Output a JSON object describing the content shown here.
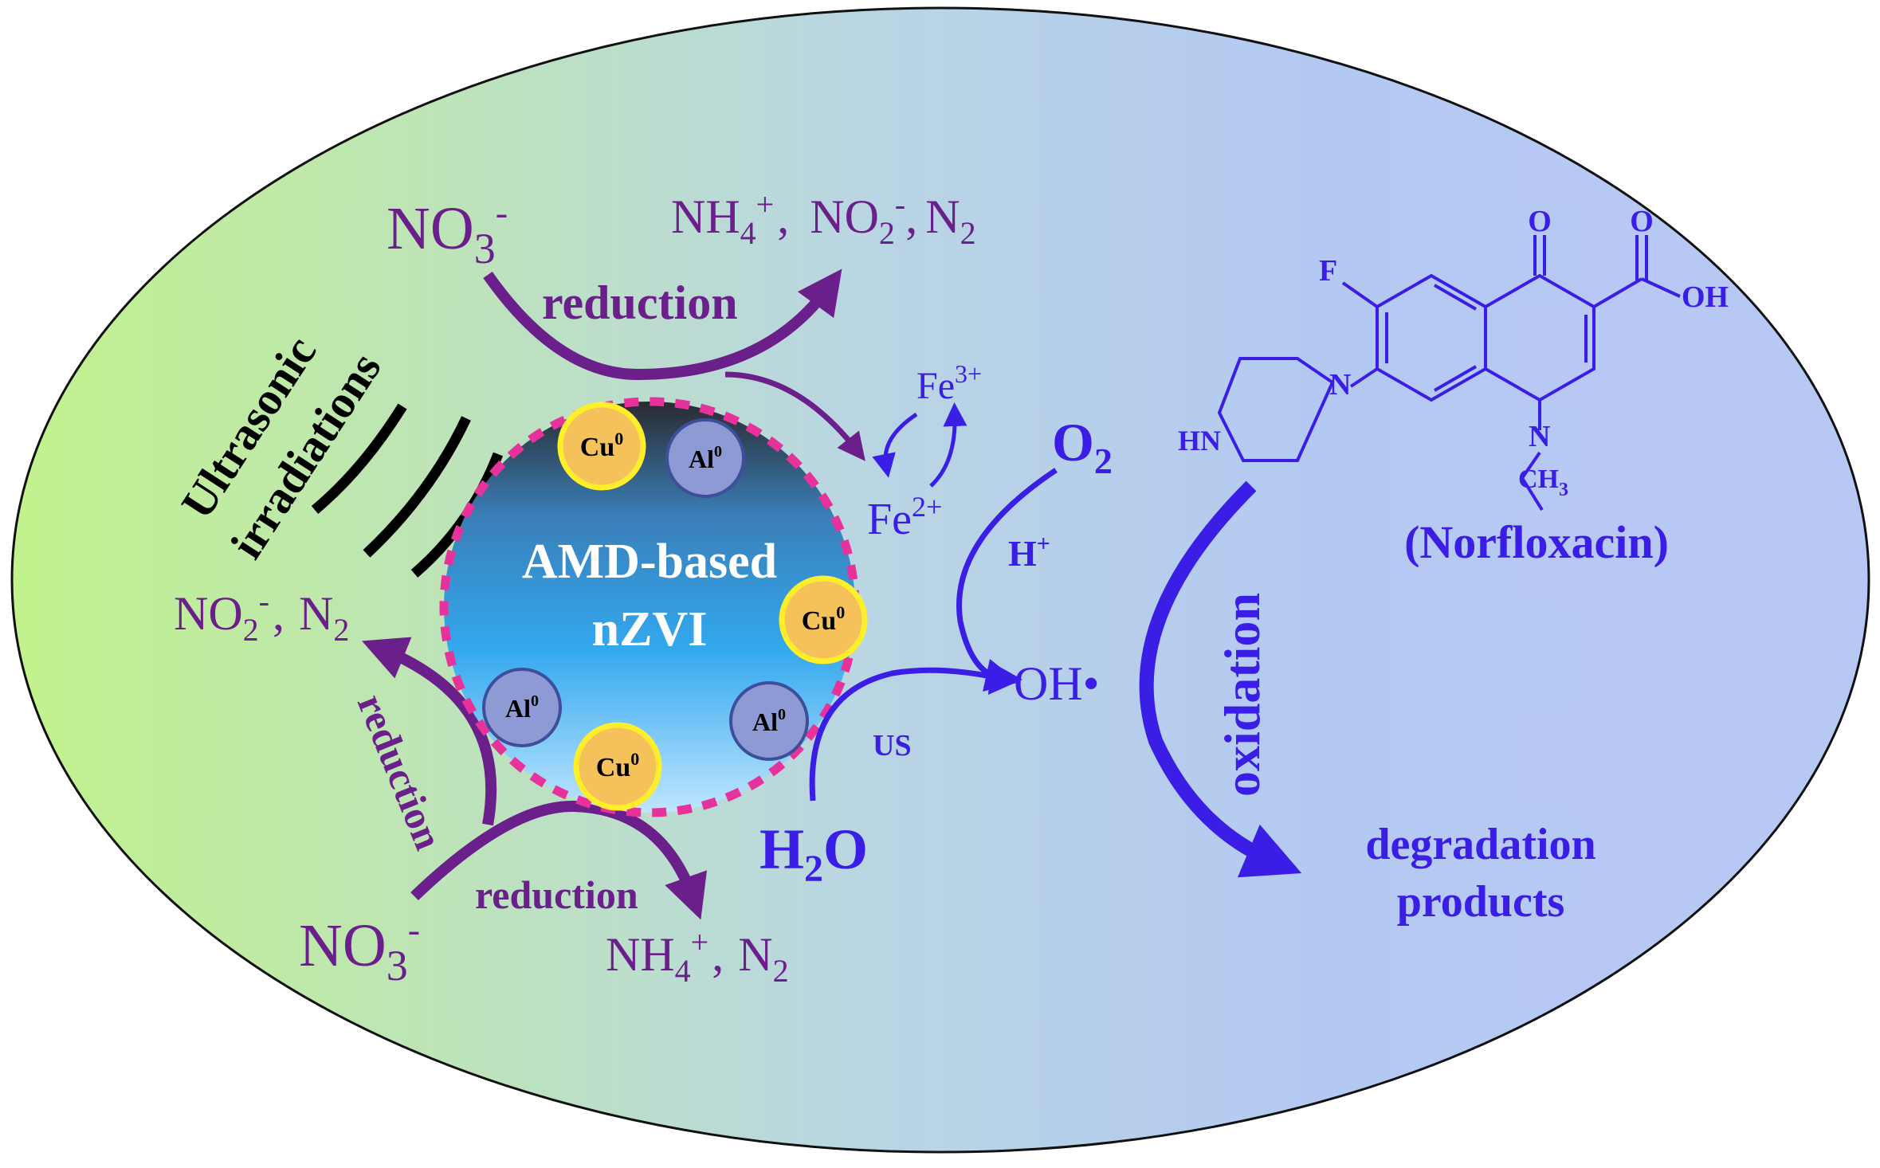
{
  "colors": {
    "purple": "#6a1f8a",
    "blue": "#3a1ee6",
    "magenta_dots": "#e8329b",
    "cu_fill": "#f5c15a",
    "cu_ring": "#ffef2a",
    "al_fill": "#8d9ad4",
    "al_ring": "#3d4f9a"
  },
  "top_reaction": {
    "reactant": "NO",
    "reactant_sub": "3",
    "reactant_sup": "-",
    "label": "reduction",
    "products": {
      "p1": "NH",
      "p1_sub": "4",
      "p1_sup": "+",
      "sep1": ",",
      "p2": "NO",
      "p2_sub": "2",
      "p2_sup": "-",
      "sep2": ",",
      "p3": "N",
      "p3_sub": "2"
    }
  },
  "ultrasonic": {
    "line1": "Ultrasonic",
    "line2": "irradiations"
  },
  "left_products": {
    "p1": "NO",
    "p1_sub": "2",
    "p1_sup": "-",
    "sep": ",",
    "p2": "N",
    "p2_sub": "2"
  },
  "left_label": "reduction",
  "bottom_reaction": {
    "reactant": "NO",
    "reactant_sub": "3",
    "reactant_sup": "-",
    "label": "reduction",
    "products": {
      "p1": "NH",
      "p1_sub": "4",
      "p1_sup": "+",
      "sep": ",",
      "p2": "N",
      "p2_sub": "2"
    }
  },
  "particle": {
    "line1": "AMD-based",
    "line2": "nZVI",
    "cu": "Cu",
    "cu_sup": "0",
    "al": "Al",
    "al_sup": "0"
  },
  "iron": {
    "fe3": "Fe",
    "fe3_sup": "3+",
    "fe2": "Fe",
    "fe2_sup": "2+"
  },
  "oxygen": {
    "o2": "O",
    "o2_sub": "2",
    "h_plus": "H",
    "h_plus_sup": "+",
    "oh": "OH•",
    "us": "US",
    "h2o_h": "H",
    "h2o_sub": "2",
    "h2o_o": "O"
  },
  "norfloxacin": {
    "name": "(Norfloxacin)",
    "atom_o_top": "O",
    "atom_o_acid": "O",
    "atom_oh": "OH",
    "atom_f": "F",
    "atom_n1": "N",
    "atom_n7": "N",
    "atom_hn": "HN",
    "atom_ch3": "CH",
    "atom_ch3_sub": "3"
  },
  "oxidation_label": "oxidation",
  "degradation": {
    "line1": "degradation",
    "line2": "products"
  }
}
